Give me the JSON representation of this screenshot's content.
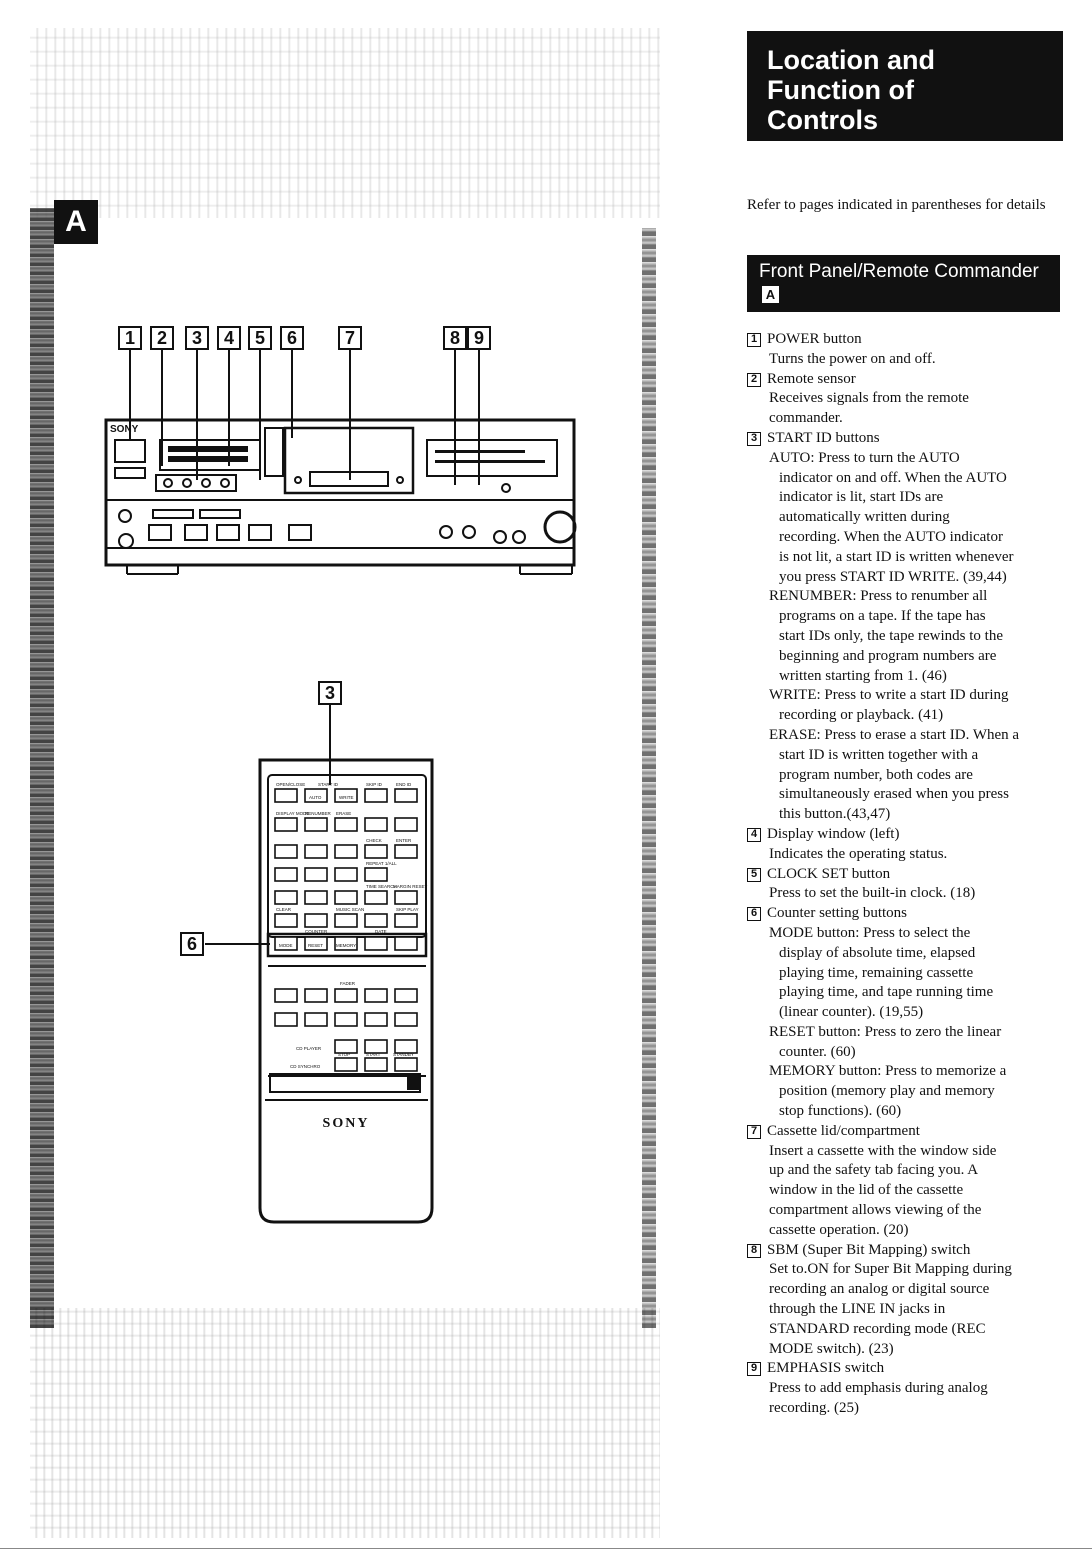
{
  "section_label": "A",
  "title_lines": [
    "Location and",
    "Function of",
    "Controls"
  ],
  "intro": "Refer to pages indicated in parentheses for details",
  "subsection": {
    "text": "Front Panel/Remote Commander",
    "badge": "A"
  },
  "deck_callouts": [
    "1",
    "2",
    "3",
    "4",
    "5",
    "6",
    "7",
    "8",
    "9"
  ],
  "remote_callouts": {
    "top": "3",
    "left": "6"
  },
  "deck_brand": "SONY",
  "remote_brand": "SONY",
  "remote_labels": {
    "open_close": "OPEN/CLOSE",
    "start_id": "START ID",
    "auto": "AUTO",
    "write": "WRITE",
    "skip_id": "SKIP ID",
    "end_id": "END ID",
    "display_mode": "DISPLAY MODE",
    "renumber": "RENUMBER",
    "erase": "ERASE",
    "check": "CHECK",
    "enter": "ENTER",
    "repeat": "REPEAT 1/ALL",
    "time_search": "TIME SEARCH",
    "margin_reset": "MARGIN RESET",
    "clear": "CLEAR",
    "music_scan": "MUSIC SCAN",
    "skip_play": "SKIP PLAY",
    "counter": "COUNTER",
    "date": "DATE",
    "mode": "MODE",
    "reset": "RESET",
    "memory": "MEMORY",
    "fader": "FADER",
    "cd_player": "CD PLAYER",
    "cd_synchro": "CD SYNCHRO",
    "stop": "STOP",
    "start": "START",
    "standby": "STANDBY"
  },
  "items": [
    {
      "num": "1",
      "head": "POWER button",
      "lines": [
        {
          "t": "desc",
          "text": "Turns the power on and off."
        }
      ]
    },
    {
      "num": "2",
      "head": "Remote sensor",
      "lines": [
        {
          "t": "desc",
          "text": "Receives signals from the remote"
        },
        {
          "t": "desc",
          "text": "commander."
        }
      ]
    },
    {
      "num": "3",
      "head": "START ID buttons",
      "lines": [
        {
          "t": "sub",
          "text": "AUTO: Press to turn the AUTO"
        },
        {
          "t": "cont",
          "text": "indicator on and off. When the AUTO"
        },
        {
          "t": "cont",
          "text": "indicator is lit, start IDs are"
        },
        {
          "t": "cont",
          "text": "automatically written during"
        },
        {
          "t": "cont",
          "text": "recording. When the AUTO indicator"
        },
        {
          "t": "cont",
          "text": "is not lit, a start ID is written whenever"
        },
        {
          "t": "cont",
          "text": "you press START ID WRITE. (39,44)"
        },
        {
          "t": "sub",
          "text": "RENUMBER: Press to renumber all"
        },
        {
          "t": "cont",
          "text": "programs on a tape. If the tape has"
        },
        {
          "t": "cont",
          "text": "start IDs only, the tape rewinds to the"
        },
        {
          "t": "cont",
          "text": "beginning and program numbers are"
        },
        {
          "t": "cont",
          "text": "written starting from 1. (46)"
        },
        {
          "t": "sub",
          "text": "WRITE: Press to write a start ID during"
        },
        {
          "t": "cont",
          "text": "recording or playback. (41)"
        },
        {
          "t": "sub",
          "text": "ERASE: Press to erase a start ID. When a"
        },
        {
          "t": "cont",
          "text": "start ID is written together with a"
        },
        {
          "t": "cont",
          "text": "program number, both codes are"
        },
        {
          "t": "cont",
          "text": "simultaneously erased when you press"
        },
        {
          "t": "cont",
          "text": "this button.(43,47)"
        }
      ]
    },
    {
      "num": "4",
      "head": "Display window (left)",
      "lines": [
        {
          "t": "desc",
          "text": "Indicates the operating status."
        }
      ]
    },
    {
      "num": "5",
      "head": "CLOCK SET button",
      "lines": [
        {
          "t": "desc",
          "text": "Press to set the built-in clock. (18)"
        }
      ]
    },
    {
      "num": "6",
      "head": "Counter setting buttons",
      "lines": [
        {
          "t": "sub",
          "text": "MODE button: Press to select the"
        },
        {
          "t": "cont",
          "text": "display of absolute time, elapsed"
        },
        {
          "t": "cont",
          "text": "playing time, remaining cassette"
        },
        {
          "t": "cont",
          "text": "playing time, and tape running time"
        },
        {
          "t": "cont",
          "text": "(linear counter). (19,55)"
        },
        {
          "t": "sub",
          "text": "RESET button: Press to zero the linear"
        },
        {
          "t": "cont",
          "text": "counter. (60)"
        },
        {
          "t": "sub",
          "text": "MEMORY button: Press to memorize a"
        },
        {
          "t": "cont",
          "text": "position (memory play and memory"
        },
        {
          "t": "cont",
          "text": "stop functions). (60)"
        }
      ]
    },
    {
      "num": "7",
      "head": "Cassette lid/compartment",
      "lines": [
        {
          "t": "desc",
          "text": "Insert a cassette with the window side"
        },
        {
          "t": "desc",
          "text": "up and the safety tab facing you. A"
        },
        {
          "t": "desc",
          "text": "window in the lid of the cassette"
        },
        {
          "t": "desc",
          "text": "compartment allows viewing of the"
        },
        {
          "t": "desc",
          "text": "cassette operation. (20)"
        }
      ]
    },
    {
      "num": "8",
      "head": "SBM (Super Bit Mapping) switch",
      "lines": [
        {
          "t": "desc",
          "text": "Set to.ON for Super Bit Mapping during"
        },
        {
          "t": "desc",
          "text": "recording an analog or digital source"
        },
        {
          "t": "desc",
          "text": "through the LINE IN jacks in"
        },
        {
          "t": "desc",
          "text": "STANDARD recording mode (REC"
        },
        {
          "t": "desc",
          "text": "MODE switch). (23)"
        }
      ]
    },
    {
      "num": "9",
      "head": "EMPHASIS switch",
      "lines": [
        {
          "t": "desc",
          "text": "Press to add emphasis during analog"
        },
        {
          "t": "desc",
          "text": "recording. (25)"
        }
      ]
    }
  ]
}
